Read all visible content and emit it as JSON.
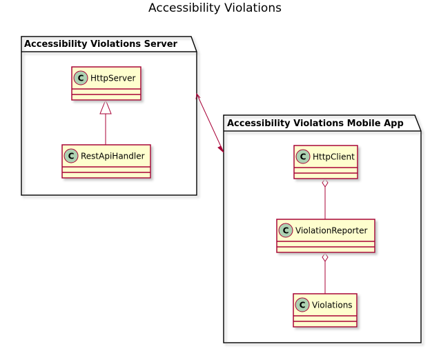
{
  "title": "Accessibility Violations",
  "colors": {
    "class_fill": "#FEFECE",
    "class_border": "#A80036",
    "circle_fill": "#ADD1B2",
    "relation_line": "#A80036",
    "package_border": "#000000",
    "shadow": "#C8C8C8"
  },
  "packages": [
    {
      "id": "server",
      "label": "Accessibility Violations Server",
      "classes": [
        {
          "id": "HttpServer",
          "name": "HttpServer",
          "stereotype_letter": "C"
        },
        {
          "id": "RestApiHandler",
          "name": "RestApiHandler",
          "stereotype_letter": "C"
        }
      ]
    },
    {
      "id": "mobile",
      "label": "Accessibility Violations Mobile App",
      "classes": [
        {
          "id": "HttpClient",
          "name": "HttpClient",
          "stereotype_letter": "C"
        },
        {
          "id": "ViolationReporter",
          "name": "ViolationReporter",
          "stereotype_letter": "C"
        },
        {
          "id": "Violations",
          "name": "Violations",
          "stereotype_letter": "C"
        }
      ]
    }
  ],
  "relations": [
    {
      "from": "RestApiHandler",
      "to": "HttpServer",
      "type": "inheritance"
    },
    {
      "from": "HttpClient",
      "to": "ViolationReporter",
      "type": "aggregation"
    },
    {
      "from": "ViolationReporter",
      "to": "Violations",
      "type": "aggregation"
    },
    {
      "from": "server",
      "to": "mobile",
      "type": "bidirectional-association"
    }
  ]
}
